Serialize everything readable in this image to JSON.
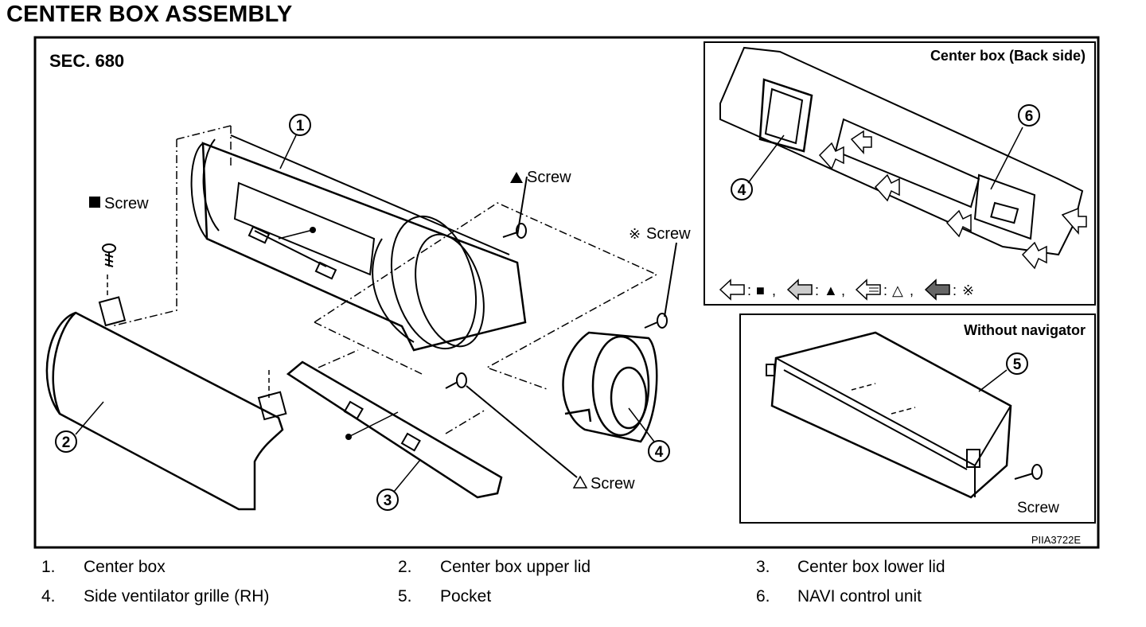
{
  "title": "CENTER BOX ASSEMBLY",
  "section": "SEC. 680",
  "figure_code": "PIIA3722E",
  "inset_back": {
    "title": "Center box (Back side)"
  },
  "inset_nav": {
    "title": "Without navigator",
    "screw_label": "Screw"
  },
  "callouts": {
    "screw_square": "Screw",
    "screw_triangle": "Screw",
    "screw_kome": "Screw",
    "screw_open_triangle": "Screw"
  },
  "arrow_key": {
    "sym1": "■",
    "sym2": "▲",
    "sym3": "△",
    "sym4": "※"
  },
  "parts": [
    {
      "num": "1.",
      "name": "Center box"
    },
    {
      "num": "2.",
      "name": "Center box upper lid"
    },
    {
      "num": "3.",
      "name": "Center box lower lid"
    },
    {
      "num": "4.",
      "name": "Side ventilator grille (RH)"
    },
    {
      "num": "5.",
      "name": "Pocket"
    },
    {
      "num": "6.",
      "name": "NAVI control unit"
    }
  ],
  "part_numbers": [
    "1",
    "2",
    "3",
    "4",
    "5",
    "6"
  ]
}
